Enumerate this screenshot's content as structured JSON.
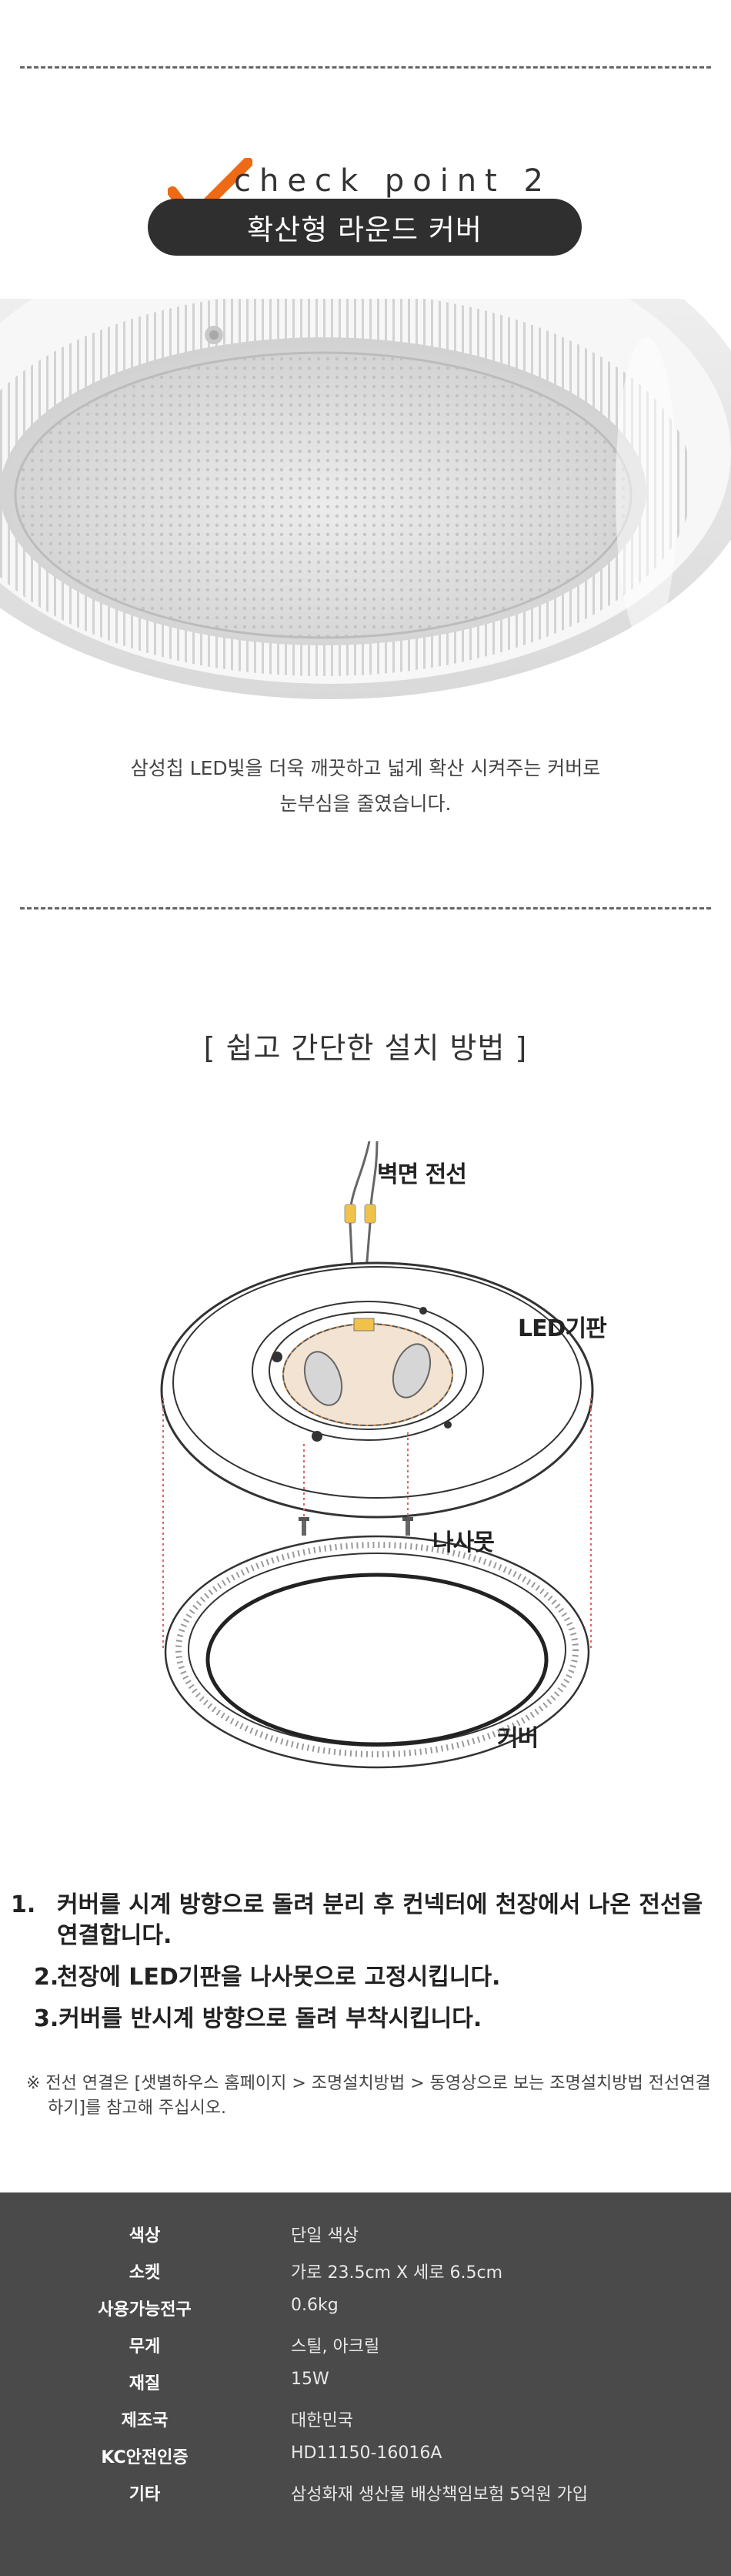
{
  "header": {
    "check_text": "check point 2",
    "title": "확산형 라운드 커버"
  },
  "caption": {
    "line1": "삼성칩 LED빛을 더욱 깨끗하고 넓게 확산 시켜주는 커버로",
    "line2": "눈부심을 줄였습니다."
  },
  "install": {
    "title": "[ 쉽고 간단한 설치 방법 ]",
    "labels": {
      "wire": "벽면 전선",
      "led_board": "LED기판",
      "screw": "나사못",
      "cover": "커버"
    }
  },
  "steps": [
    {
      "num": "1.",
      "text": "커버를 시계 방향으로 돌려 분리 후 컨넥터에 천장에서 나온 전선을 연결합니다."
    },
    {
      "num": "2.",
      "text": "천장에 LED기판을 나사못으로 고정시킵니다."
    },
    {
      "num": "3.",
      "text": "커버를 반시계 방향으로 돌려 부착시킵니다."
    }
  ],
  "note": "※ 전선 연결은 [샛별하우스 홈페이지 > 조명설치방법 > 동영상으로 보는 조명설치방법 전선연결하기]를 참고해 주십시오.",
  "specs": [
    {
      "label": "색상",
      "value": "단일 색상"
    },
    {
      "label": "소켓",
      "value": "가로 23.5cm X 세로 6.5cm"
    },
    {
      "label": "사용가능전구",
      "value": "0.6kg"
    },
    {
      "label": "무게",
      "value": "스틸, 아크릴"
    },
    {
      "label": "재질",
      "value": "15W"
    },
    {
      "label": "제조국",
      "value": "대한민국"
    },
    {
      "label": "KC안전인증",
      "value": "HD11150-16016A"
    },
    {
      "label": "기타",
      "value": "삼성화재 생산물 배상책임보험 5억원 가입"
    }
  ],
  "colors": {
    "check_accent": "#ee6a14",
    "pill_bg": "#2f2f2f",
    "spec_bg": "#4a4a4a"
  }
}
